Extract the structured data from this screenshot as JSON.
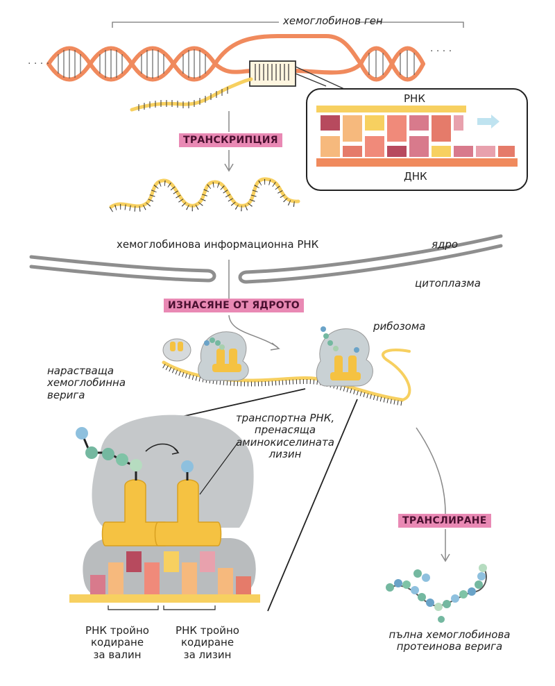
{
  "labels": {
    "gene": "хемоглобинов ген",
    "rna_inset": "РНК",
    "dna_inset": "ДНК",
    "transcription": "ТРАНСКРИПЦИЯ",
    "mrna": "хемоглобинова информационна РНК",
    "nucleus": "ядро",
    "cytoplasm": "цитоплазма",
    "export": "ИЗНАСЯНЕ ОТ ЯДРОТО",
    "ribosome": "рибозома",
    "growing_chain": [
      "нарастваща",
      "хемоглобинна",
      "верига"
    ],
    "trna": [
      "транспортна РНК,",
      "пренасяща",
      "аминокиселината",
      "лизин"
    ],
    "translation": "ТРАНСЛИРАНЕ",
    "codon_valine": [
      "РНК тройно",
      "кодиране",
      "за валин"
    ],
    "codon_lysine": [
      "РНК тройно",
      "кодиране",
      "за лизин"
    ],
    "full_chain": [
      "пълна хемоглобинова",
      "протеинова верига"
    ]
  },
  "colors": {
    "dna": "#f08a5d",
    "rna": "#f7d060",
    "badge": "#e989b4",
    "ribosome": "#c9cbcd",
    "trna": "#f5c242",
    "membrane": "#8e8e8e"
  }
}
